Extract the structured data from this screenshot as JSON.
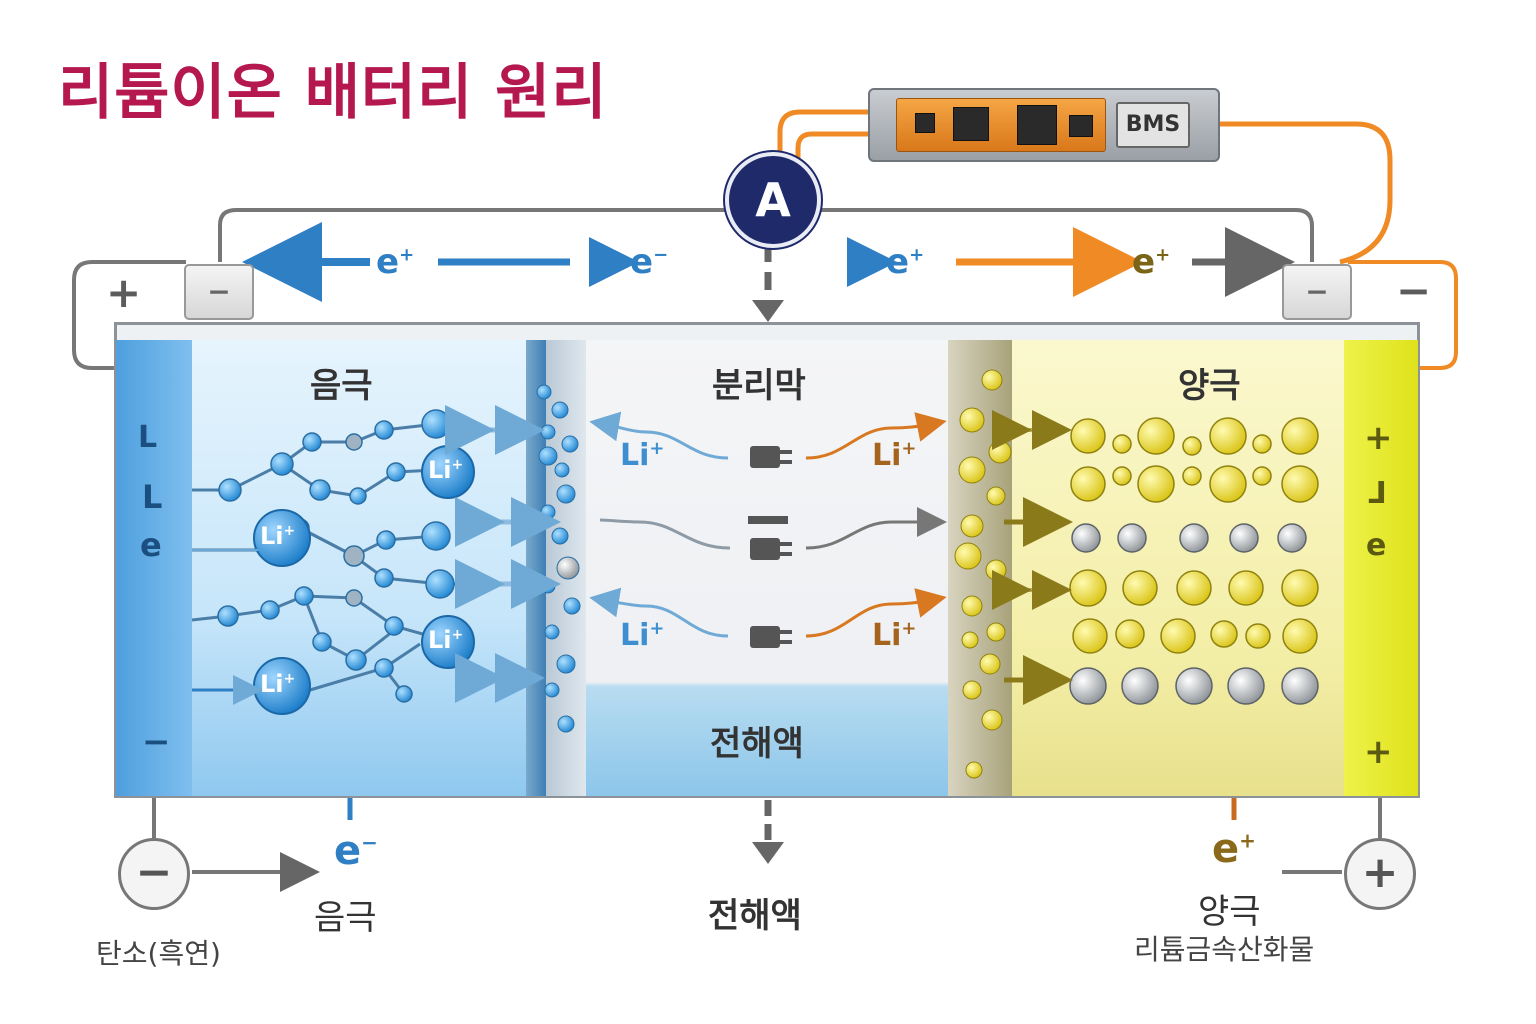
{
  "title": "리튬이온 배터리 원리",
  "bms_label": "BMS",
  "ammeter_label": "A",
  "terminals": {
    "left_minus": "−",
    "right_minus": "−",
    "plus_left": "+",
    "minus_right": "−"
  },
  "electron_labels": {
    "e_plus_left": "e",
    "e_plus_sup": "+",
    "e_minus_mid": "e",
    "e_minus_sup": "−",
    "e_plus_mid": "e",
    "e_plus_right": "e"
  },
  "regions": {
    "anode": "음극",
    "separator": "분리막",
    "cathode": "양극",
    "electrolyte": "전해액"
  },
  "ion_label": "Li",
  "ion_sup": "+",
  "collector_left_text": [
    "L",
    "L",
    "e",
    "−"
  ],
  "collector_right_text": [
    "+",
    "ᒧ",
    "e",
    "+"
  ],
  "bottom": {
    "left_symbol": "−",
    "left_e": "e",
    "left_e_sup": "−",
    "left_label": "음극",
    "left_sub": "탄소(흑연)",
    "center_label": "전해액",
    "right_e": "e",
    "right_e_sup": "+",
    "right_label": "양극",
    "right_sub": "리튬금속산화물",
    "right_symbol": "+"
  },
  "colors": {
    "title": "#b5184f",
    "anode_blue": "#2f8fd8",
    "cathode_yellow": "#e6d21c",
    "orange": "#f08a24",
    "ion_blue": "#3d8fd0",
    "ion_brown": "#a5641e"
  }
}
